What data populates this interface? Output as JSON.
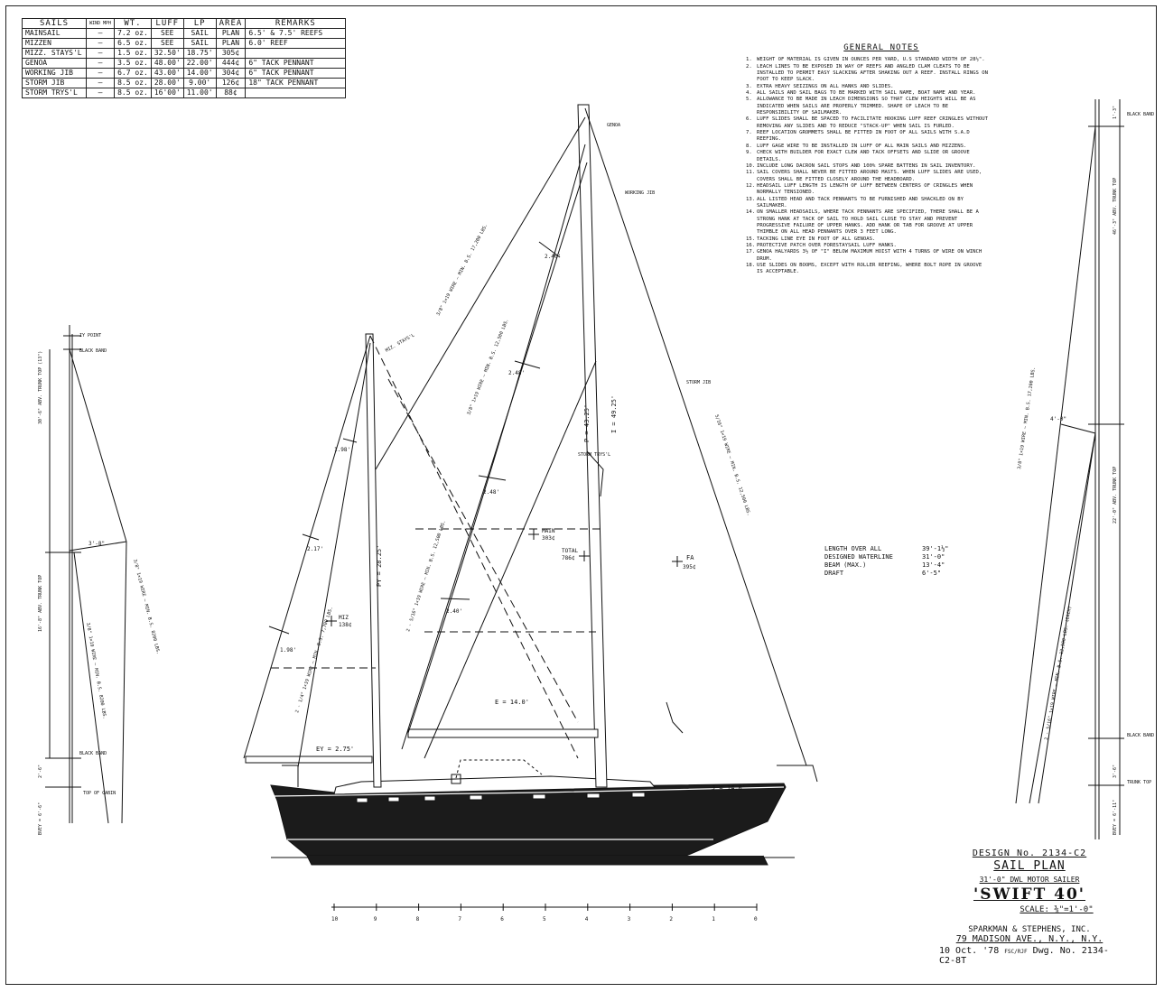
{
  "sails_table": {
    "headers": [
      "SAILS",
      "WIND MPH",
      "WT.",
      "LUFF",
      "LP",
      "AREA",
      "REMARKS"
    ],
    "rows": [
      [
        "MAINSAIL",
        "–",
        "7.2 oz.",
        "SEE",
        "SAIL",
        "PLAN",
        "6.5' & 7.5' REEFS"
      ],
      [
        "MIZZEN",
        "–",
        "6.5 oz.",
        "SEE",
        "SAIL",
        "PLAN",
        "6.0' REEF"
      ],
      [
        "MIZZ. STAYS'L",
        "–",
        "1.5 oz.",
        "32.50'",
        "18.75'",
        "305¢",
        ""
      ],
      [
        "GENOA",
        "–",
        "3.5 oz.",
        "48.00'",
        "22.00'",
        "444¢",
        "6\" TACK PENNANT"
      ],
      [
        "WORKING JIB",
        "–",
        "6.7 oz.",
        "43.00'",
        "14.00'",
        "304¢",
        "6\" TACK PENNANT"
      ],
      [
        "STORM JIB",
        "–",
        "8.5 oz.",
        "28.00'",
        "9.00'",
        "126¢",
        "18\" TACK PENNANT"
      ],
      [
        "STORM TRYS'L",
        "–",
        "8.5 oz.",
        "16'00'",
        "11.00'",
        "88¢",
        ""
      ]
    ]
  },
  "general_notes": {
    "title": "GENERAL NOTES",
    "items": [
      {
        "n": "1.",
        "text": "WEIGHT OF MATERIAL IS GIVEN IN OUNCES PER YARD, U.S STANDARD WIDTH OF 28½\"."
      },
      {
        "n": "2.",
        "text": "LEACH LINES TO BE EXPOSED IN WAY OF REEFS AND ANGLED CLAM CLEATS TO BE INSTALLED TO PERMIT EASY SLACKING AFTER SHAKING OUT A REEF. INSTALL RINGS ON FOOT TO KEEP SLACK."
      },
      {
        "n": "3.",
        "text": "EXTRA HEAVY SEIZINGS ON ALL HANKS AND SLIDES."
      },
      {
        "n": "4.",
        "text": "ALL SAILS AND SAIL BAGS TO BE MARKED WITH SAIL NAME, BOAT NAME AND YEAR."
      },
      {
        "n": "5.",
        "text": "ALLOWANCE TO BE MADE IN LEACH DIMENSIONS SO THAT CLEW HEIGHTS WILL BE AS INDICATED WHEN SAILS ARE PROPERLY TRIMMED. SHAPE OF LEACH TO BE RESPONSIBILITY OF SAILMAKER."
      },
      {
        "n": "6.",
        "text": "LUFF SLIDES SHALL BE SPACED TO FACILITATE HOOKING LUFF REEF CRINGLES WITHOUT REMOVING ANY SLIDES AND TO REDUCE \"STACK-UP\" WHEN SAIL IS FURLED."
      },
      {
        "n": "7.",
        "text": "REEF LOCATION GROMMETS SHALL BE FITTED IN FOOT OF ALL SAILS WITH S.A.D REEFING."
      },
      {
        "n": "8.",
        "text": "LUFF GAGE WIRE TO BE INSTALLED IN LUFF OF ALL MAIN SAILS AND MIZZENS."
      },
      {
        "n": "9.",
        "text": "CHECK WITH BUILDER FOR EXACT CLEW AND TACK OFFSETS AND SLIDE OR GROOVE DETAILS."
      },
      {
        "n": "10.",
        "text": "INCLUDE LONG DACRON SAIL STOPS AND 100% SPARE BATTENS IN SAIL INVENTORY."
      },
      {
        "n": "11.",
        "text": "SAIL COVERS SHALL NEVER BE FITTED AROUND MASTS. WHEN LUFF SLIDES ARE USED, COVERS SHALL BE FITTED CLOSELY AROUND THE HEADBOARD."
      },
      {
        "n": "12.",
        "text": "HEADSAIL LUFF LENGTH IS LENGTH OF LUFF BETWEEN CENTERS OF CRINGLES WHEN NORMALLY TENSIONED."
      },
      {
        "n": "13.",
        "text": "ALL LISTED HEAD AND TACK PENNANTS TO BE FURNISHED AND SHACKLED ON BY SAILMAKER."
      },
      {
        "n": "14.",
        "text": "ON SMALLER HEADSAILS, WHERE TACK PENNANTS ARE SPECIFIED, THERE SHALL BE A STRONG HANK AT TACK OF SAIL TO HOLD SAIL CLOSE TO STAY AND PREVENT PROGRESSIVE FAILURE OF UPPER HANKS. ADD HANK OR TAB FOR GROOVE AT UPPER THIMBLE ON ALL HEAD PENNANTS OVER 3 FEET LONG."
      },
      {
        "n": "15.",
        "text": "TACKING LINE EYE IN FOOT OF ALL GENOAS."
      },
      {
        "n": "16.",
        "text": "PROTECTIVE PATCH OVER FORESTAYSAIL LUFF HANKS."
      },
      {
        "n": "17.",
        "text": "GENOA HALYARDS 3½ OF \"I\" BELOW MAXIMUM HOIST WITH 4 TURNS OF WIRE ON WINCH DRUM."
      },
      {
        "n": "18.",
        "text": "USE SLIDES ON BOOMS, EXCEPT WITH ROLLER REEFING, WHERE BOLT ROPE IN GROOVE IS ACCEPTABLE."
      }
    ]
  },
  "dimensions": [
    {
      "label": "LENGTH OVER ALL",
      "value": "39'-1½\""
    },
    {
      "label": "DESIGNED WATERLINE",
      "value": "31'-0\""
    },
    {
      "label": "BEAM (MAX.)",
      "value": "13'-4\""
    },
    {
      "label": "DRAFT",
      "value": "6'-5\""
    }
  ],
  "title_block": {
    "design_no": "DESIGN No. 2134-C2",
    "plan": "SAIL PLAN",
    "subtitle": "31'-0\" DWL MOTOR SAILER",
    "name": "'SWIFT 40'",
    "scale": "SCALE: ⅜\"=1'-0\"",
    "firm": "SPARKMAN & STEPHENS, INC.",
    "address": "79 MADISON AVE., N.Y., N.Y.",
    "date": "10 Oct. '78",
    "drawn": "FSC/RJF",
    "dwg_no": "Dwg. No. 2134-C2-8T"
  },
  "scale_bar": {
    "ticks": [
      "10",
      "9",
      "8",
      "7",
      "6",
      "5",
      "4",
      "3",
      "2",
      "1",
      "0"
    ]
  },
  "drawing_labels": {
    "e": "E = 14.0'",
    "ey": "EY = 2.75'",
    "j": "J = 14.0'",
    "p": "P = 43.25'",
    "i": "I = 49.25'",
    "py": "PY = 28.25'",
    "main": "MAIN",
    "main_area": "303¢",
    "total": "TOTAL",
    "total_area": "786¢",
    "fa": "FA",
    "fa_area": "395¢",
    "miz": "MIZ",
    "miz_area": "138¢",
    "mizz_stays": "MIZ. STAYS'L",
    "genoa": "GENOA",
    "working_jib": "WORKING JIB",
    "storm_jib": "STORM JIB",
    "storm_trysl": "STORM TRYS'L",
    "batten_main_1": "2.40'",
    "batten_main_2": "2.48'",
    "batten_main_3": "2.48'",
    "batten_main_4": "2.40'",
    "batten_miz_1": "1.98'",
    "batten_miz_2": "2.17'",
    "batten_miz_3": "1.98'",
    "fwd_stay": "3/8\" 1×19 WIRE — MIN. B.S. 17,200 LBS.",
    "main_fwd_lower": "3/8\" 1×19 WIRE — MIN. B.S. 12,500 LBS.",
    "backstay": "5/16\" 1×19 WIRE — MIN. B.S. 12,500 LBS.",
    "main_lower": "2 - 5/16\" 1×19 WIRE — MIN. B.S. 12,500 LBS.",
    "miz_lower": "2 - 1/4\" 1×19 WIRE — MIN. B.S. 7,700 LBS."
  },
  "left_mast_detail": {
    "iy_point": "IY POINT",
    "black_band_top": "BLACK BAND",
    "trunk_top_1": "30'-6\" ABV. TRUNK TOP (13\")",
    "spreader": "3'-8\"",
    "trunk_top_2": "16'-8\" ABV. TRUNK TOP",
    "wire_a": "3/8\" 1×19 WIRE — MIN. B.S. 8200 LBS.",
    "wire_b": "3/8\" 1×19 WIRE — MIN. B.S. 8200 LBS.",
    "band_len": "2'-6\"",
    "black_band_bot": "BLACK BAND",
    "top_of_cabin": "TOP OF CABIN",
    "above": "BVEY = 6'-6\""
  },
  "right_mast_detail": {
    "black_band_top": "BLACK BAND",
    "top_dim": "1'-3\"",
    "trunk_top_1": "46'-3\" ABV. TRUNK TOP",
    "spreader": "4'-0\"",
    "wire_a": "3/8\" 1×19 WIRE — MIN. B.S. 17,200 LBS.",
    "trunk_top_2": "22'-0\" ABV. TRUNK TOP",
    "wire_b": "2 - 5/16\" 1×19 WIRE — MIN. B.S. 12,500 LBS. (EACH)",
    "black_band_bot": "BLACK BAND",
    "band_len": "3'-6\"",
    "trunk_top": "TRUNK TOP",
    "above": "BVEY = 6'-11\""
  }
}
